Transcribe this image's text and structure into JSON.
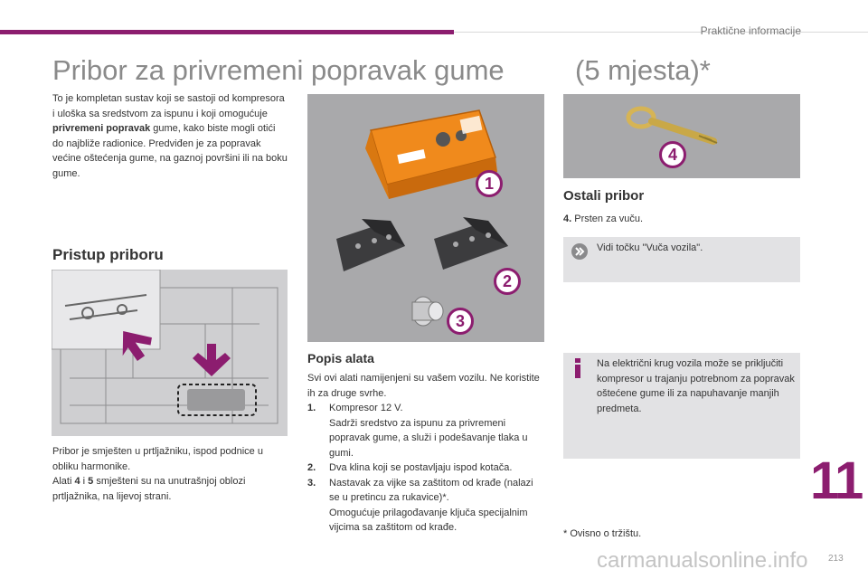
{
  "header": {
    "section_label": "Praktične informacije"
  },
  "title": {
    "main": "Pribor za privremeni popravak gume",
    "sub": "(5 mjesta)*"
  },
  "intro": {
    "text_before": "To je kompletan sustav koji se sastoji od kompresora i uloška sa sredstvom za ispunu i koji omogućuje ",
    "bold": "privremeni popravak",
    "text_after": " gume, kako biste mogli otići do najbliže radionice. Predviđen je za popravak većine oštećenja gume, na gaznoj površini ili na boku gume."
  },
  "access": {
    "heading": "Pristup priboru",
    "line1": "Pribor je smješten u prtljažniku, ispod podnice u obliku harmonike.",
    "line2_a": "Alati ",
    "line2_b": "4",
    "line2_c": " i ",
    "line2_d": "5",
    "line2_e": " smješteni su na unutrašnjoj oblozi prtljažnika, na lijevoj strani."
  },
  "kit_image": {
    "callouts": [
      "1",
      "2",
      "3"
    ]
  },
  "tools": {
    "heading": "Popis alata",
    "intro": "Svi ovi alati namijenjeni su vašem vozilu. Ne koristite ih za druge svrhe.",
    "items": [
      {
        "num": "1.",
        "text": "Kompresor 12 V.",
        "detail": "Sadrži sredstvo za ispunu za privremeni popravak gume, a služi i podešavanje tlaka u gumi."
      },
      {
        "num": "2.",
        "text": "Dva klina koji se postavljaju ispod kotača.",
        "detail": ""
      },
      {
        "num": "3.",
        "text": "Nastavak za vijke sa zaštitom od krađe (nalazi se u pretincu za rukavice)*.",
        "detail": "Omogućuje prilagođavanje ključa specijalnim vijcima sa zaštitom od krađe."
      }
    ]
  },
  "ring_image": {
    "callout": "4"
  },
  "other": {
    "heading": "Ostali pribor",
    "item_num": "4.",
    "item_text": " Prsten za vuču."
  },
  "see_box": {
    "text": "Vidi točku \"Vuča vozila\"."
  },
  "info_box": {
    "text": "Na električni krug vozila može se priključiti kompresor u trajanju potrebnom za popravak oštećene gume ili za napuhavanje manjih predmeta."
  },
  "footnote": "* Ovisno o tržištu.",
  "chapter_number": "11",
  "page_number": "213",
  "watermark": "carmanualsonline.info",
  "colors": {
    "accent": "#8c1d6f",
    "callout_fill": "#ffffff",
    "callout_border": "#8c1d6f",
    "compressor": "#f08a1c",
    "info_icon": "#8c1d6f",
    "arrow": "#8c1d6f"
  }
}
